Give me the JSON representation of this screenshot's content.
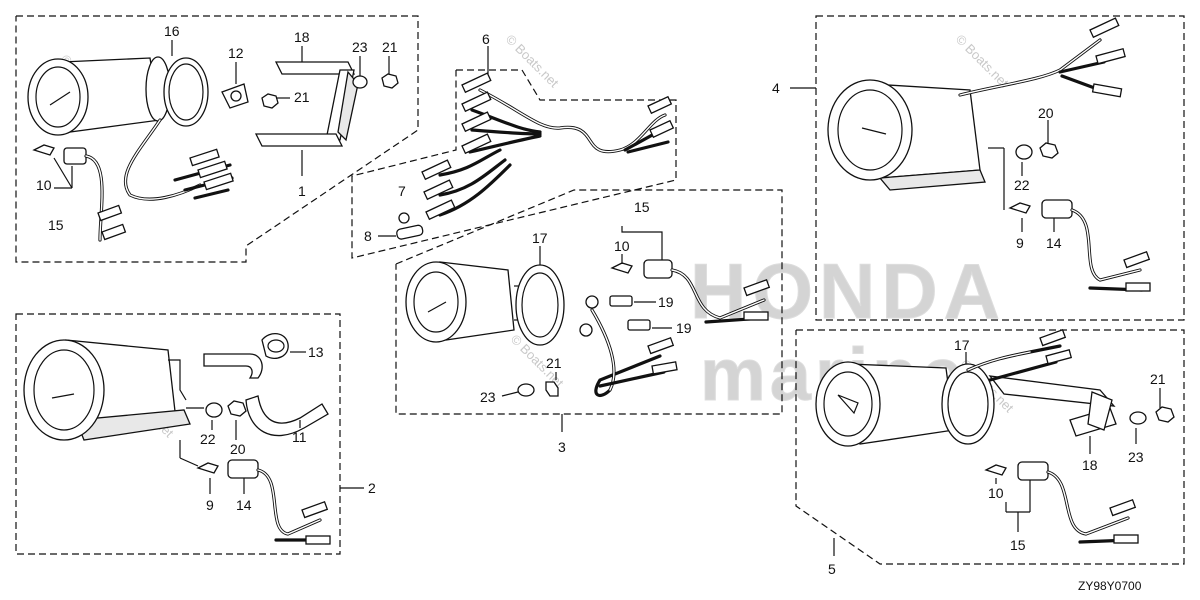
{
  "diagram_code": "ZY98Y0700",
  "watermark": {
    "brand_top": "HONDA",
    "brand_bottom": "marine",
    "site": "© Boats.net"
  },
  "groups": [
    {
      "id": "1",
      "label": "1"
    },
    {
      "id": "2",
      "label": "2"
    },
    {
      "id": "3",
      "label": "3"
    },
    {
      "id": "4",
      "label": "4"
    },
    {
      "id": "5",
      "label": "5"
    },
    {
      "id": "6",
      "label": "6"
    }
  ],
  "callouts": {
    "g1": {
      "p16": "16",
      "p12": "12",
      "p18": "18",
      "p23": "23",
      "p21a": "21",
      "p21b": "21",
      "p10": "10",
      "p15": "15",
      "p1": "1"
    },
    "g6": {
      "p6": "6",
      "p7": "7",
      "p8": "8"
    },
    "g4": {
      "p4": "4",
      "p20": "20",
      "p22": "22",
      "p9": "9",
      "p14": "14"
    },
    "g2": {
      "p13": "13",
      "p11": "11",
      "p22": "22",
      "p20": "20",
      "p9": "9",
      "p14": "14",
      "p2": "2"
    },
    "g3": {
      "p17": "17",
      "p15": "15",
      "p10": "10",
      "p19a": "19",
      "p19b": "19",
      "p21": "21",
      "p23": "23",
      "p3": "3"
    },
    "g5": {
      "p17": "17",
      "p21": "21",
      "p18": "18",
      "p23": "23",
      "p10": "10",
      "p15": "15",
      "p5": "5"
    }
  }
}
